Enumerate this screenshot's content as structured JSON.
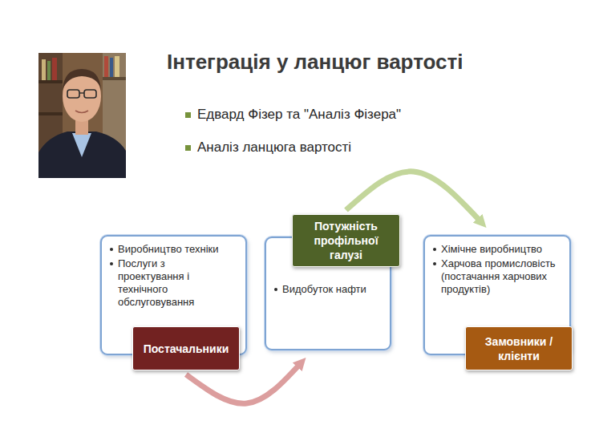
{
  "diagram": {
    "title": "Інтеграція у ланцюг вартості",
    "nodes": [
      {
        "text": [
          "Виробництво техніки",
          "Послуги з проектування і технічного обслуговування"
        ]
      },
      {
        "text": [
          "Постачальники"
        ],
        "in": 0
      },
      {
        "text": [
          "Видобуток нафти"
        ]
      },
      {
        "text": [
          "Потужність профільної галузі"
        ],
        "in": 2
      },
      {
        "text": [
          "Хімічне виробництво",
          "Харчова промисловість (постачання харчових продуктів)"
        ]
      },
      {
        "text": [
          "Замовники / клієнти"
        ],
        "in": 4
      }
    ],
    "edges": [
      {
        "from": 1,
        "to": 2,
        "arrow": "to"
      },
      {
        "from": 3,
        "to": 4,
        "arrow": "to"
      }
    ],
    "labels": [
      "Едвард Фізер та \"Аналіз Фізера\"",
      "Аналіз ланцюга вартості"
    ]
  }
}
